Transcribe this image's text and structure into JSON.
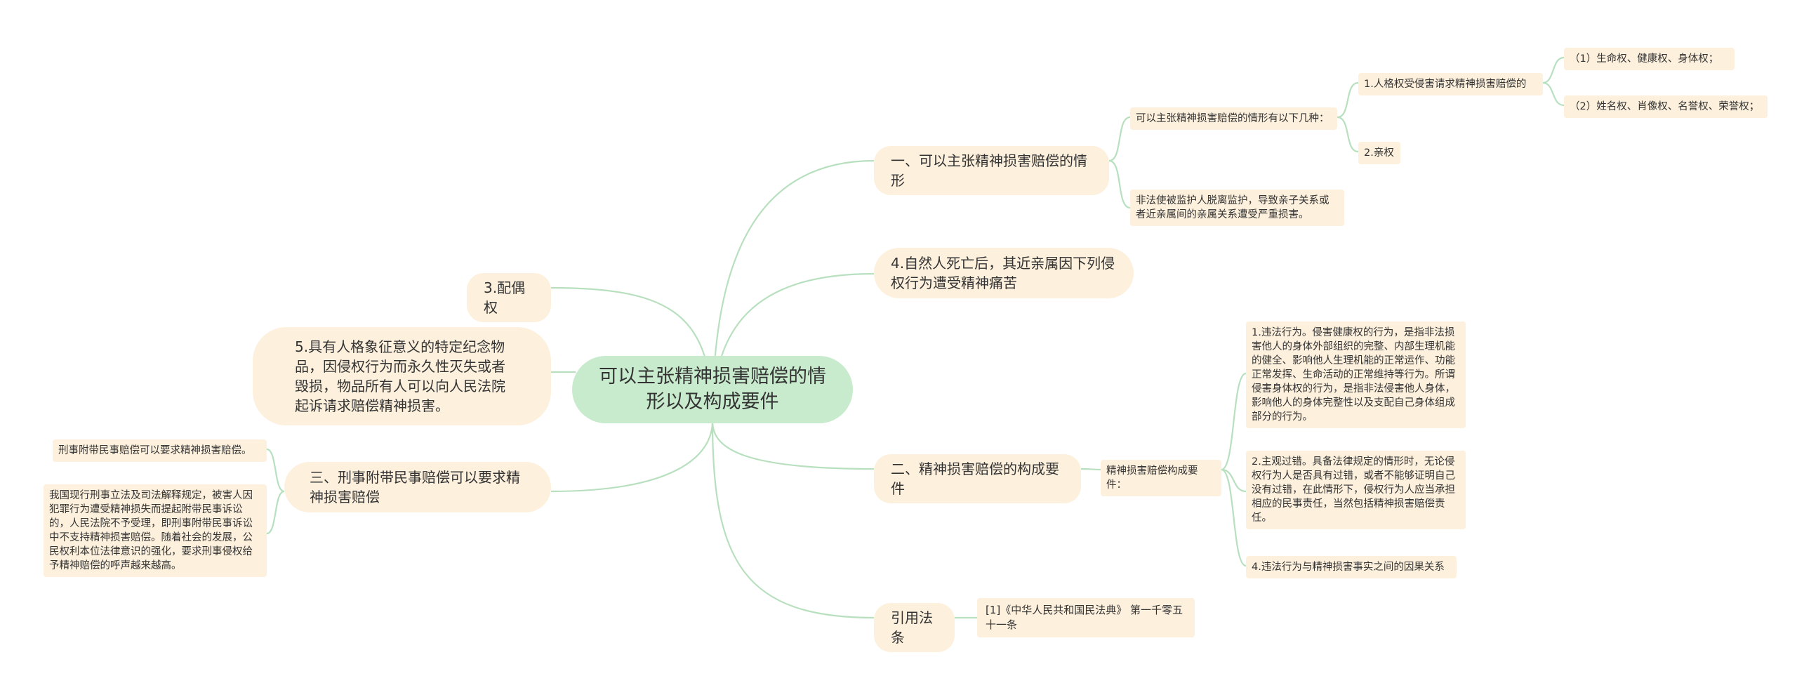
{
  "mindmap": {
    "root": "可以主张精神损害赔偿的情形以及构成要件",
    "branches": {
      "situations": {
        "label": "一、可以主张精神损害赔偿的情形",
        "intro": "可以主张精神损害赔偿的情形有以下几种：",
        "personality": "1.人格权受侵害请求精神损害赔偿的",
        "item1": "（1）生命权、健康权、身体权；",
        "item2": "（2）姓名权、肖像权、名誉权、荣誉权；",
        "kinship": "2.亲权",
        "guardianship": "非法使被监护人脱离监护，导致亲子关系或者近亲属间的亲属关系遭受严重损害。"
      },
      "deceased": {
        "label": "4.自然人死亡后，其近亲属因下列侵权行为遭受精神痛苦"
      },
      "spouse": {
        "label": "3.配偶权"
      },
      "memorial": {
        "label": "5.具有人格象征意义的特定纪念物品，因侵权行为而永久性灭失或者毁损，物品所有人可以向人民法院起诉请求赔偿精神损害。"
      },
      "criminal": {
        "label": "三、刑事附带民事赔偿可以要求精神损害赔偿",
        "note1": "刑事附带民事赔偿可以要求精神损害赔偿。",
        "note2": "我国现行刑事立法及司法解释规定，被害人因犯罪行为遭受精神损失而提起附带民事诉讼的，人民法院不予受理，即刑事附带民事诉讼中不支持精神损害赔偿。随着社会的发展，公民权利本位法律意识的强化，要求刑事侵权给予精神赔偿的呼声越来越高。"
      },
      "elements": {
        "label": "二、精神损害赔偿的构成要件",
        "intro": "精神损害赔偿构成要件：",
        "e1": "1.违法行为。侵害健康权的行为，是指非法损害他人的身体外部组织的完整、内部生理机能的健全、影响他人生理机能的正常运作、功能正常发挥、生命活动的正常维持等行为。所谓侵害身体权的行为，是指非法侵害他人身体，影响他人的身体完整性以及支配自己身体组成部分的行为。",
        "e2": "2.主观过错。具备法律规定的情形时，无论侵权行为人是否具有过错，或者不能够证明自己没有过错，在此情形下，侵权行为人应当承担相应的民事责任，当然包括精神损害赔偿责任。",
        "e4": "4.违法行为与精神损害事实之间的因果关系"
      },
      "citation": {
        "label": "引用法条",
        "ref": "[1]《中华人民共和国民法典》 第一千零五十一条"
      }
    }
  },
  "colors": {
    "root_fill": "#c8ebcd",
    "node_fill": "#fdf0dd",
    "line": "#b8e0bf"
  }
}
